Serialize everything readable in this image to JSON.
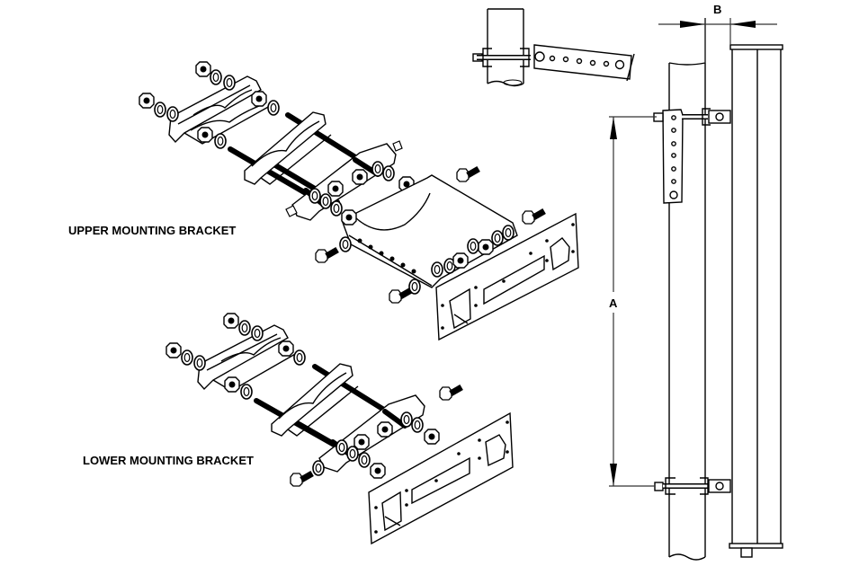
{
  "diagram": {
    "title": "Antenna pole mounting bracket assembly",
    "labels": {
      "upper_bracket": "UPPER MOUNTING BRACKET",
      "lower_bracket": "LOWER MOUNTING BRACKET",
      "dimension_a": "A",
      "dimension_b": "B"
    },
    "components": [
      {
        "id": "upper-bracket",
        "name": "Upper mounting bracket (exploded view)"
      },
      {
        "id": "lower-bracket",
        "name": "Lower mounting bracket (exploded view)"
      },
      {
        "id": "top-detail",
        "name": "Top view of bracket clamp on pole with tilt arm"
      },
      {
        "id": "side-view",
        "name": "Side view: pole, brackets and antenna"
      }
    ],
    "tilt_arm_holes": 7,
    "colors": {
      "line": "#000000",
      "background": "#ffffff"
    }
  }
}
